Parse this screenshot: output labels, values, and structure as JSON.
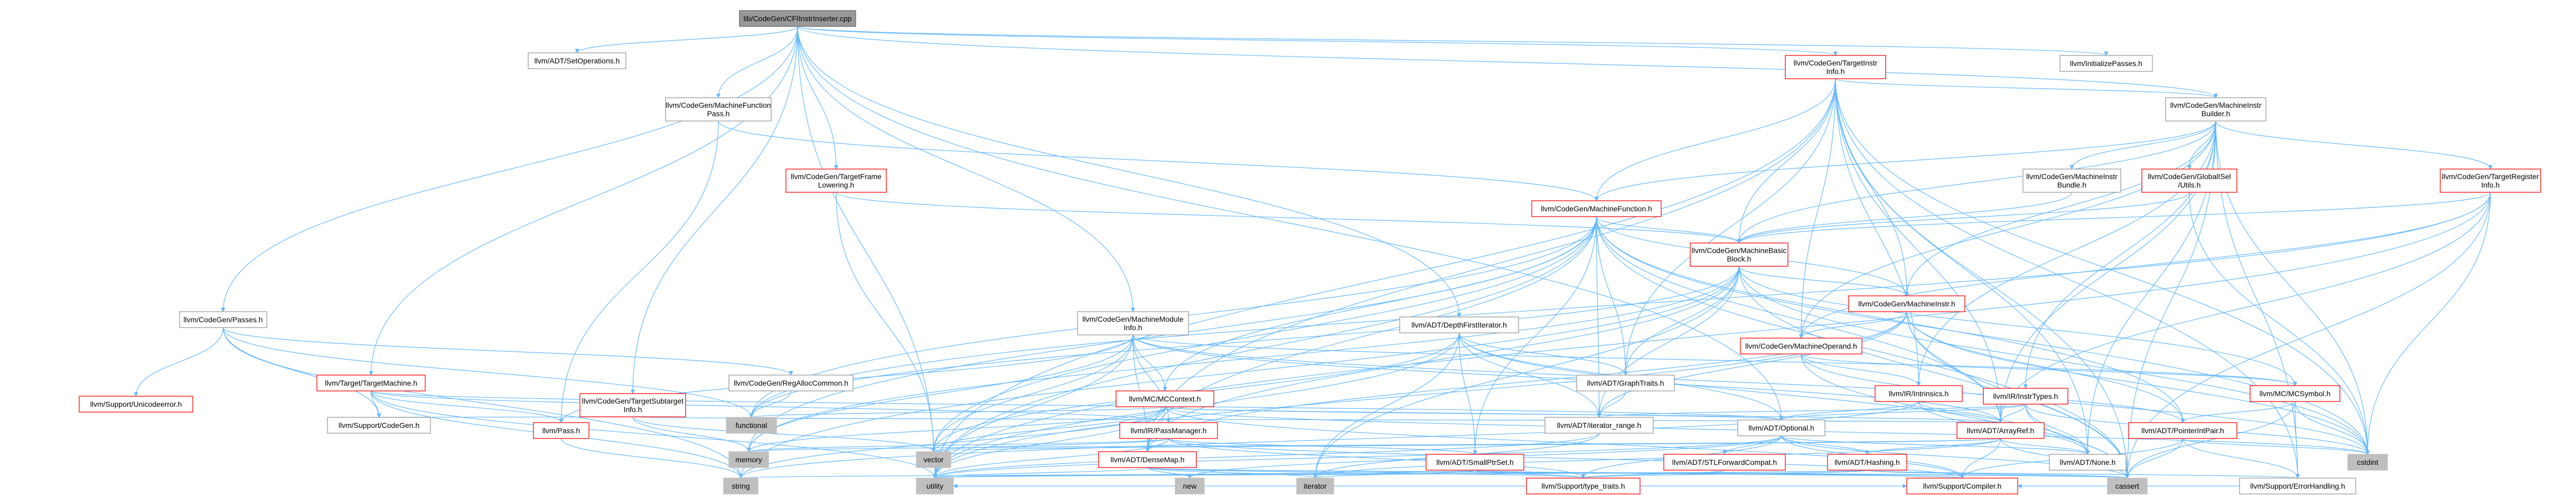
{
  "graph": {
    "title": "lib/CodeGen/CFIInstrInserter.cpp",
    "colors": {
      "edge": "#63b8ff",
      "node_border": "#999999",
      "node_border_red": "#ff0000",
      "node_fill_gray": "#bfbfbf",
      "root_fill": "#999999"
    },
    "nodes": [
      {
        "id": "root",
        "lines": [
          "lib/CodeGen/CFIInstrInserter.cpp"
        ],
        "style": "root"
      },
      {
        "id": "setops",
        "lines": [
          "llvm/ADT/SetOperations.h"
        ],
        "style": "normal"
      },
      {
        "id": "mfpass",
        "lines": [
          "llvm/CodeGen/MachineFunction",
          "Pass.h"
        ],
        "style": "normal"
      },
      {
        "id": "tfl",
        "lines": [
          "llvm/CodeGen/TargetFrame",
          "Lowering.h"
        ],
        "style": "red"
      },
      {
        "id": "tii",
        "lines": [
          "llvm/CodeGen/TargetInstr",
          "Info.h"
        ],
        "style": "red"
      },
      {
        "id": "initpasses",
        "lines": [
          "llvm/InitializePasses.h"
        ],
        "style": "normal"
      },
      {
        "id": "mib",
        "lines": [
          "llvm/CodeGen/MachineInstr",
          "Builder.h"
        ],
        "style": "normal"
      },
      {
        "id": "passes",
        "lines": [
          "llvm/CodeGen/Passes.h"
        ],
        "style": "normal"
      },
      {
        "id": "tm",
        "lines": [
          "llvm/Target/TargetMachine.h"
        ],
        "style": "red"
      },
      {
        "id": "mf",
        "lines": [
          "llvm/CodeGen/MachineFunction.h"
        ],
        "style": "red"
      },
      {
        "id": "mibundle",
        "lines": [
          "llvm/CodeGen/MachineInstr",
          "Bundle.h"
        ],
        "style": "normal"
      },
      {
        "id": "gisel",
        "lines": [
          "llvm/CodeGen/GlobalISel",
          "/Utils.h"
        ],
        "style": "red"
      },
      {
        "id": "tri",
        "lines": [
          "llvm/CodeGen/TargetRegister",
          "Info.h"
        ],
        "style": "red"
      },
      {
        "id": "mbb",
        "lines": [
          "llvm/CodeGen/MachineBasic",
          "Block.h"
        ],
        "style": "red"
      },
      {
        "id": "mi",
        "lines": [
          "llvm/CodeGen/MachineInstr.h"
        ],
        "style": "red"
      },
      {
        "id": "mmi",
        "lines": [
          "llvm/CodeGen/MachineModule",
          "Info.h"
        ],
        "style": "normal"
      },
      {
        "id": "dfi",
        "lines": [
          "llvm/ADT/DepthFirstIterator.h"
        ],
        "style": "normal"
      },
      {
        "id": "mo",
        "lines": [
          "llvm/CodeGen/MachineOperand.h"
        ],
        "style": "red"
      },
      {
        "id": "regalloc",
        "lines": [
          "llvm/CodeGen/RegAllocCommon.h"
        ],
        "style": "normal"
      },
      {
        "id": "tsi",
        "lines": [
          "llvm/CodeGen/TargetSubtarget",
          "Info.h"
        ],
        "style": "red"
      },
      {
        "id": "mccontext",
        "lines": [
          "llvm/MC/MCContext.h"
        ],
        "style": "red"
      },
      {
        "id": "graphtraits",
        "lines": [
          "llvm/ADT/GraphTraits.h"
        ],
        "style": "normal"
      },
      {
        "id": "intrinsics",
        "lines": [
          "llvm/IR/Intrinsics.h"
        ],
        "style": "red"
      },
      {
        "id": "instrtypes",
        "lines": [
          "llvm/IR/InstrTypes.h"
        ],
        "style": "red"
      },
      {
        "id": "mcsymbol",
        "lines": [
          "llvm/MC/MCSymbol.h"
        ],
        "style": "red"
      },
      {
        "id": "unicode",
        "lines": [
          "llvm/Support/Unicodeerror.h"
        ],
        "style": "red"
      },
      {
        "id": "supcodegen",
        "lines": [
          "llvm/Support/CodeGen.h"
        ],
        "style": "normal"
      },
      {
        "id": "pass",
        "lines": [
          "llvm/Pass.h"
        ],
        "style": "red"
      },
      {
        "id": "functional",
        "lines": [
          "functional"
        ],
        "style": "gray"
      },
      {
        "id": "passmanager",
        "lines": [
          "llvm/IR/PassManager.h"
        ],
        "style": "red"
      },
      {
        "id": "iterrange",
        "lines": [
          "llvm/ADT/iterator_range.h"
        ],
        "style": "normal"
      },
      {
        "id": "optional",
        "lines": [
          "llvm/ADT/Optional.h"
        ],
        "style": "normal"
      },
      {
        "id": "arrayref",
        "lines": [
          "llvm/ADT/ArrayRef.h"
        ],
        "style": "red"
      },
      {
        "id": "ptrintpair",
        "lines": [
          "llvm/ADT/PointerIntPair.h"
        ],
        "style": "red"
      },
      {
        "id": "memory",
        "lines": [
          "memory"
        ],
        "style": "gray"
      },
      {
        "id": "vector",
        "lines": [
          "vector"
        ],
        "style": "gray"
      },
      {
        "id": "densemap",
        "lines": [
          "llvm/ADT/DenseMap.h"
        ],
        "style": "red"
      },
      {
        "id": "smallptrset",
        "lines": [
          "llvm/ADT/SmallPtrSet.h"
        ],
        "style": "red"
      },
      {
        "id": "stlfwd",
        "lines": [
          "llvm/ADT/STLForwardCompat.h"
        ],
        "style": "red"
      },
      {
        "id": "hashing",
        "lines": [
          "llvm/ADT/Hashing.h"
        ],
        "style": "red"
      },
      {
        "id": "none",
        "lines": [
          "llvm/ADT/None.h"
        ],
        "style": "normal"
      },
      {
        "id": "cstdint",
        "lines": [
          "cstdint"
        ],
        "style": "gray"
      },
      {
        "id": "string",
        "lines": [
          "string"
        ],
        "style": "gray"
      },
      {
        "id": "new",
        "lines": [
          "new"
        ],
        "style": "gray"
      },
      {
        "id": "iterator",
        "lines": [
          "iterator"
        ],
        "style": "gray"
      },
      {
        "id": "typetraits",
        "lines": [
          "llvm/Support/type_traits.h"
        ],
        "style": "red"
      },
      {
        "id": "cassert",
        "lines": [
          "cassert"
        ],
        "style": "gray"
      },
      {
        "id": "errorhandling",
        "lines": [
          "llvm/Support/ErrorHandling.h"
        ],
        "style": "normal"
      },
      {
        "id": "utility",
        "lines": [
          "utility"
        ],
        "style": "gray"
      },
      {
        "id": "compiler",
        "lines": [
          "llvm/Support/Compiler.h"
        ],
        "style": "red"
      }
    ],
    "edges": [
      [
        "root",
        "setops"
      ],
      [
        "root",
        "mfpass"
      ],
      [
        "root",
        "tfl"
      ],
      [
        "root",
        "tii"
      ],
      [
        "root",
        "initpasses"
      ],
      [
        "root",
        "mib"
      ],
      [
        "root",
        "passes"
      ],
      [
        "root",
        "tm"
      ],
      [
        "root",
        "mmi"
      ],
      [
        "root",
        "dfi"
      ],
      [
        "root",
        "tsi"
      ],
      [
        "root",
        "optional"
      ],
      [
        "root",
        "utility"
      ],
      [
        "mfpass",
        "mf"
      ],
      [
        "mfpass",
        "pass"
      ],
      [
        "tfl",
        "mbb"
      ],
      [
        "tfl",
        "vector"
      ],
      [
        "tii",
        "mf"
      ],
      [
        "tii",
        "mbb"
      ],
      [
        "tii",
        "mi"
      ],
      [
        "tii",
        "mo"
      ],
      [
        "tii",
        "mib"
      ],
      [
        "tii",
        "arrayref"
      ],
      [
        "tii",
        "densemap"
      ],
      [
        "tii",
        "cassert"
      ],
      [
        "tii",
        "cstdint"
      ],
      [
        "tii",
        "utility"
      ],
      [
        "tii",
        "errorhandling"
      ],
      [
        "tii",
        "intrinsics"
      ],
      [
        "tii",
        "none"
      ],
      [
        "tii",
        "graphtraits"
      ],
      [
        "mib",
        "mf"
      ],
      [
        "mib",
        "mibundle"
      ],
      [
        "mib",
        "gisel"
      ],
      [
        "mib",
        "tri"
      ],
      [
        "mib",
        "mbb"
      ],
      [
        "mib",
        "mi"
      ],
      [
        "mib",
        "mo"
      ],
      [
        "mib",
        "arrayref"
      ],
      [
        "mib",
        "none"
      ],
      [
        "mib",
        "instrtypes"
      ],
      [
        "mib",
        "intrinsics"
      ],
      [
        "mib",
        "errorhandling"
      ],
      [
        "mib",
        "cassert"
      ],
      [
        "mib",
        "cstdint"
      ],
      [
        "passes",
        "functional"
      ],
      [
        "passes",
        "string"
      ],
      [
        "passes",
        "unicode"
      ],
      [
        "passes",
        "regalloc"
      ],
      [
        "passes",
        "supcodegen"
      ],
      [
        "tm",
        "supcodegen"
      ],
      [
        "tm",
        "pass"
      ],
      [
        "tm",
        "passmanager"
      ],
      [
        "tm",
        "optional"
      ],
      [
        "tm",
        "string"
      ],
      [
        "tm",
        "utility"
      ],
      [
        "mf",
        "mbb"
      ],
      [
        "mf",
        "mi"
      ],
      [
        "mf",
        "arrayref"
      ],
      [
        "mf",
        "densemap"
      ],
      [
        "mf",
        "graphtraits"
      ],
      [
        "mf",
        "iterrange"
      ],
      [
        "mf",
        "ptrintpair"
      ],
      [
        "mf",
        "smallptrset"
      ],
      [
        "mf",
        "mccontext"
      ],
      [
        "mf",
        "memory"
      ],
      [
        "mf",
        "vector"
      ],
      [
        "mf",
        "utility"
      ],
      [
        "mf",
        "cstdint"
      ],
      [
        "mf",
        "cassert"
      ],
      [
        "mf",
        "functional"
      ],
      [
        "mibundle",
        "mbb"
      ],
      [
        "gisel",
        "mbb"
      ],
      [
        "gisel",
        "cstdint"
      ],
      [
        "tri",
        "mbb"
      ],
      [
        "tri",
        "arrayref"
      ],
      [
        "tri",
        "mo"
      ],
      [
        "tri",
        "cassert"
      ],
      [
        "tri",
        "cstdint"
      ],
      [
        "tri",
        "functional"
      ],
      [
        "tri",
        "utility"
      ],
      [
        "mbb",
        "mi"
      ],
      [
        "mbb",
        "graphtraits"
      ],
      [
        "mbb",
        "iterrange"
      ],
      [
        "mbb",
        "functional"
      ],
      [
        "mbb",
        "iterator"
      ],
      [
        "mbb",
        "string"
      ],
      [
        "mbb",
        "cassert"
      ],
      [
        "mbb",
        "cstdint"
      ],
      [
        "mbb",
        "memory"
      ],
      [
        "mbb",
        "mcsymbol"
      ],
      [
        "mbb",
        "densemap"
      ],
      [
        "mi",
        "mo"
      ],
      [
        "mi",
        "arrayref"
      ],
      [
        "mi",
        "ptrintpair"
      ],
      [
        "mi",
        "iterrange"
      ],
      [
        "mi",
        "densemap"
      ],
      [
        "mi",
        "cassert"
      ],
      [
        "mi",
        "cstdint"
      ],
      [
        "mi",
        "utility"
      ],
      [
        "mmi",
        "densemap"
      ],
      [
        "mmi",
        "ptrintpair"
      ],
      [
        "mmi",
        "passmanager"
      ],
      [
        "mmi",
        "pass"
      ],
      [
        "mmi",
        "arrayref"
      ],
      [
        "mmi",
        "memory"
      ],
      [
        "mmi",
        "utility"
      ],
      [
        "mmi",
        "vector"
      ],
      [
        "mmi",
        "mccontext"
      ],
      [
        "mmi",
        "mcsymbol"
      ],
      [
        "dfi",
        "graphtraits"
      ],
      [
        "dfi",
        "iterrange"
      ],
      [
        "dfi",
        "none"
      ],
      [
        "dfi",
        "optional"
      ],
      [
        "dfi",
        "smallptrset"
      ],
      [
        "dfi",
        "iterator"
      ],
      [
        "dfi",
        "utility"
      ],
      [
        "dfi",
        "vector"
      ],
      [
        "mo",
        "intrinsics"
      ],
      [
        "mo",
        "mcsymbol"
      ],
      [
        "mo",
        "cassert"
      ],
      [
        "mo",
        "cstdint"
      ],
      [
        "regalloc",
        "functional"
      ],
      [
        "tsi",
        "arrayref"
      ],
      [
        "tsi",
        "supcodegen"
      ],
      [
        "tsi",
        "memory"
      ],
      [
        "tsi",
        "vector"
      ],
      [
        "mccontext",
        "arrayref"
      ],
      [
        "mccontext",
        "densemap"
      ],
      [
        "mccontext",
        "optional"
      ],
      [
        "mccontext",
        "memory"
      ],
      [
        "mccontext",
        "string"
      ],
      [
        "mccontext",
        "utility"
      ],
      [
        "mccontext",
        "vector"
      ],
      [
        "mccontext",
        "functional"
      ],
      [
        "mccontext",
        "cstdint"
      ],
      [
        "mccontext",
        "compiler"
      ],
      [
        "graphtraits",
        "iterrange"
      ],
      [
        "intrinsics",
        "arrayref"
      ],
      [
        "intrinsics",
        "none"
      ],
      [
        "intrinsics",
        "optional"
      ],
      [
        "intrinsics",
        "string"
      ],
      [
        "instrtypes",
        "arrayref"
      ],
      [
        "instrtypes",
        "none"
      ],
      [
        "instrtypes",
        "optional"
      ],
      [
        "instrtypes",
        "iterrange"
      ],
      [
        "instrtypes",
        "cassert"
      ],
      [
        "instrtypes",
        "cstdint"
      ],
      [
        "mcsymbol",
        "ptrintpair"
      ],
      [
        "mcsymbol",
        "errorhandling"
      ],
      [
        "mcsymbol",
        "cassert"
      ],
      [
        "mcsymbol",
        "cstdint"
      ],
      [
        "pass",
        "string"
      ],
      [
        "passmanager",
        "densemap"
      ],
      [
        "passmanager",
        "smallptrset"
      ],
      [
        "passmanager",
        "compiler"
      ],
      [
        "passmanager",
        "typetraits"
      ],
      [
        "passmanager",
        "vector"
      ],
      [
        "passmanager",
        "memory"
      ],
      [
        "passmanager",
        "utility"
      ],
      [
        "iterrange",
        "iterator"
      ],
      [
        "iterrange",
        "utility"
      ],
      [
        "optional",
        "none"
      ],
      [
        "optional",
        "hashing"
      ],
      [
        "optional",
        "stlfwd"
      ],
      [
        "optional",
        "compiler"
      ],
      [
        "optional",
        "typetraits"
      ],
      [
        "optional",
        "cassert"
      ],
      [
        "optional",
        "new"
      ],
      [
        "optional",
        "utility"
      ],
      [
        "arrayref",
        "hashing"
      ],
      [
        "arrayref",
        "none"
      ],
      [
        "arrayref",
        "compiler"
      ],
      [
        "arrayref",
        "iterator"
      ],
      [
        "arrayref",
        "memory"
      ],
      [
        "arrayref",
        "vector"
      ],
      [
        "arrayref",
        "cassert"
      ],
      [
        "ptrintpair",
        "compiler"
      ],
      [
        "ptrintpair",
        "cassert"
      ],
      [
        "ptrintpair",
        "cstdint"
      ],
      [
        "ptrintpair",
        "errorhandling"
      ],
      [
        "densemap",
        "compiler"
      ],
      [
        "densemap",
        "typetraits"
      ],
      [
        "densemap",
        "iterator"
      ],
      [
        "densemap",
        "new"
      ],
      [
        "densemap",
        "utility"
      ],
      [
        "densemap",
        "cassert"
      ],
      [
        "smallptrset",
        "compiler"
      ],
      [
        "smallptrset",
        "typetraits"
      ],
      [
        "smallptrset",
        "iterator"
      ],
      [
        "smallptrset",
        "utility"
      ],
      [
        "smallptrset",
        "cassert"
      ],
      [
        "stlfwd",
        "typetraits"
      ],
      [
        "hashing",
        "errorhandling"
      ],
      [
        "hashing",
        "typetraits"
      ],
      [
        "hashing",
        "string"
      ],
      [
        "hashing",
        "utility"
      ],
      [
        "hashing",
        "cassert"
      ],
      [
        "typetraits",
        "utility"
      ],
      [
        "typetraits",
        "compiler"
      ],
      [
        "errorhandling",
        "compiler"
      ]
    ]
  }
}
